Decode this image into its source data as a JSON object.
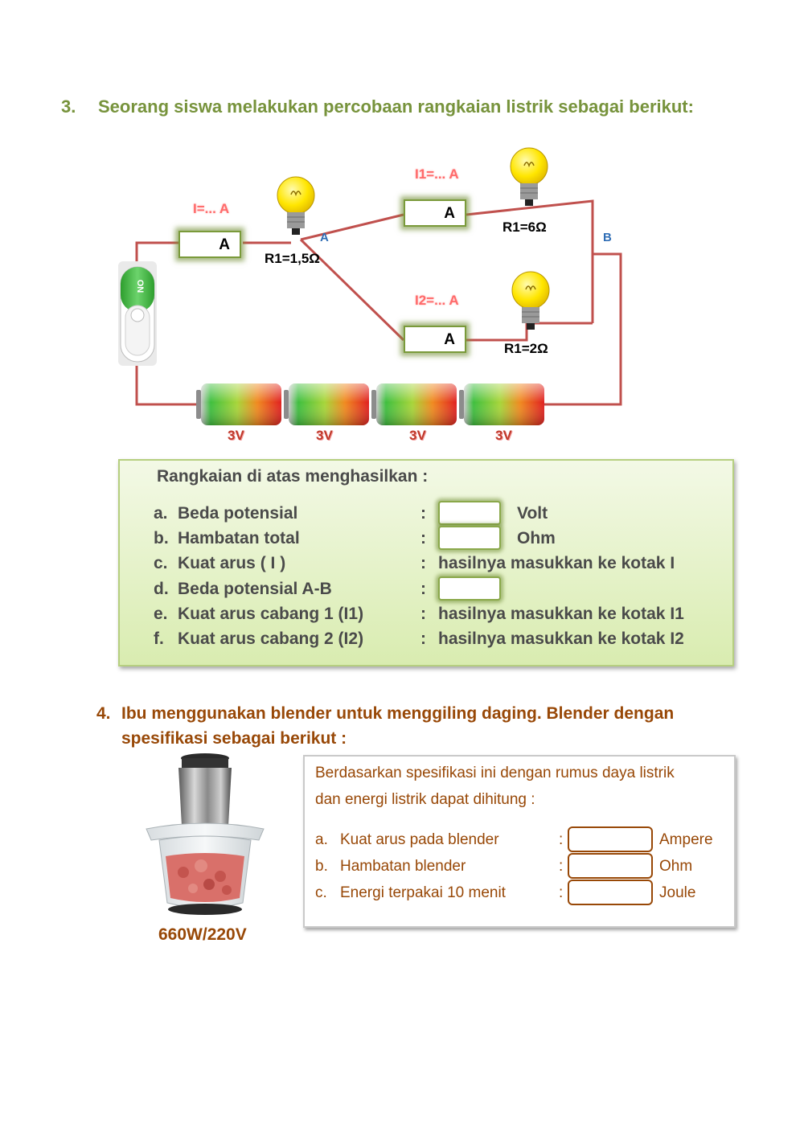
{
  "q3": {
    "number": "3.",
    "question": "Seorang siswa melakukan percobaan rangkaian listrik sebagai berikut:",
    "switch_label": "ON",
    "ammeter_label": "A",
    "currents": {
      "total": "I=... A",
      "branch1": "I1=... A",
      "branch2": "I2=... A"
    },
    "resistors": {
      "r_main": "R1=1,5Ω",
      "r_branch1": "R1=6Ω",
      "r_branch2": "R1=2Ω"
    },
    "nodes": {
      "a": "A",
      "b": "B"
    },
    "battery_voltages": [
      "3V",
      "3V",
      "3V",
      "3V"
    ],
    "result": {
      "heading": "Rangkaian di atas menghasilkan :",
      "items": [
        {
          "letter": "a.",
          "label": "Beda potensial",
          "colon": ":",
          "unit": "Volt"
        },
        {
          "letter": "b.",
          "label": "Hambatan total",
          "colon": ":",
          "unit": "Ohm"
        },
        {
          "letter": "c.",
          "label": "Kuat arus ( I )",
          "colon": ":",
          "text": "hasilnya masukkan ke kotak I"
        },
        {
          "letter": "d.",
          "label": "Beda potensial A-B",
          "colon": ":"
        },
        {
          "letter": "e.",
          "label": "Kuat arus cabang 1 (I1)",
          "colon": ":",
          "text": "hasilnya masukkan ke kotak I1"
        },
        {
          "letter": "f.",
          "label": "Kuat arus cabang 2 (I2)",
          "colon": ":",
          "text": "hasilnya masukkan ke kotak I2"
        }
      ]
    }
  },
  "q4": {
    "number": "4.",
    "question_line1": "Ibu menggunakan blender untuk menggiling daging. Blender dengan",
    "question_line2": "spesifikasi sebagai berikut :",
    "spec": "660W/220V",
    "intro_line1": "Berdasarkan spesifikasi ini dengan rumus daya listrik",
    "intro_line2": "dan energi listrik dapat dihitung :",
    "items": [
      {
        "letter": "a.",
        "label": "Kuat arus pada blender",
        "colon": ":",
        "unit": "Ampere"
      },
      {
        "letter": "b.",
        "label": "Hambatan blender",
        "colon": ":",
        "unit": "Ohm"
      },
      {
        "letter": "c.",
        "label": "Energi terpakai 10 menit",
        "colon": ":",
        "unit": "Joule"
      }
    ]
  },
  "colors": {
    "q3_title": "#77933c",
    "q4_title": "#984807",
    "wire": "#c0504d",
    "node_label": "#2f6db5"
  }
}
